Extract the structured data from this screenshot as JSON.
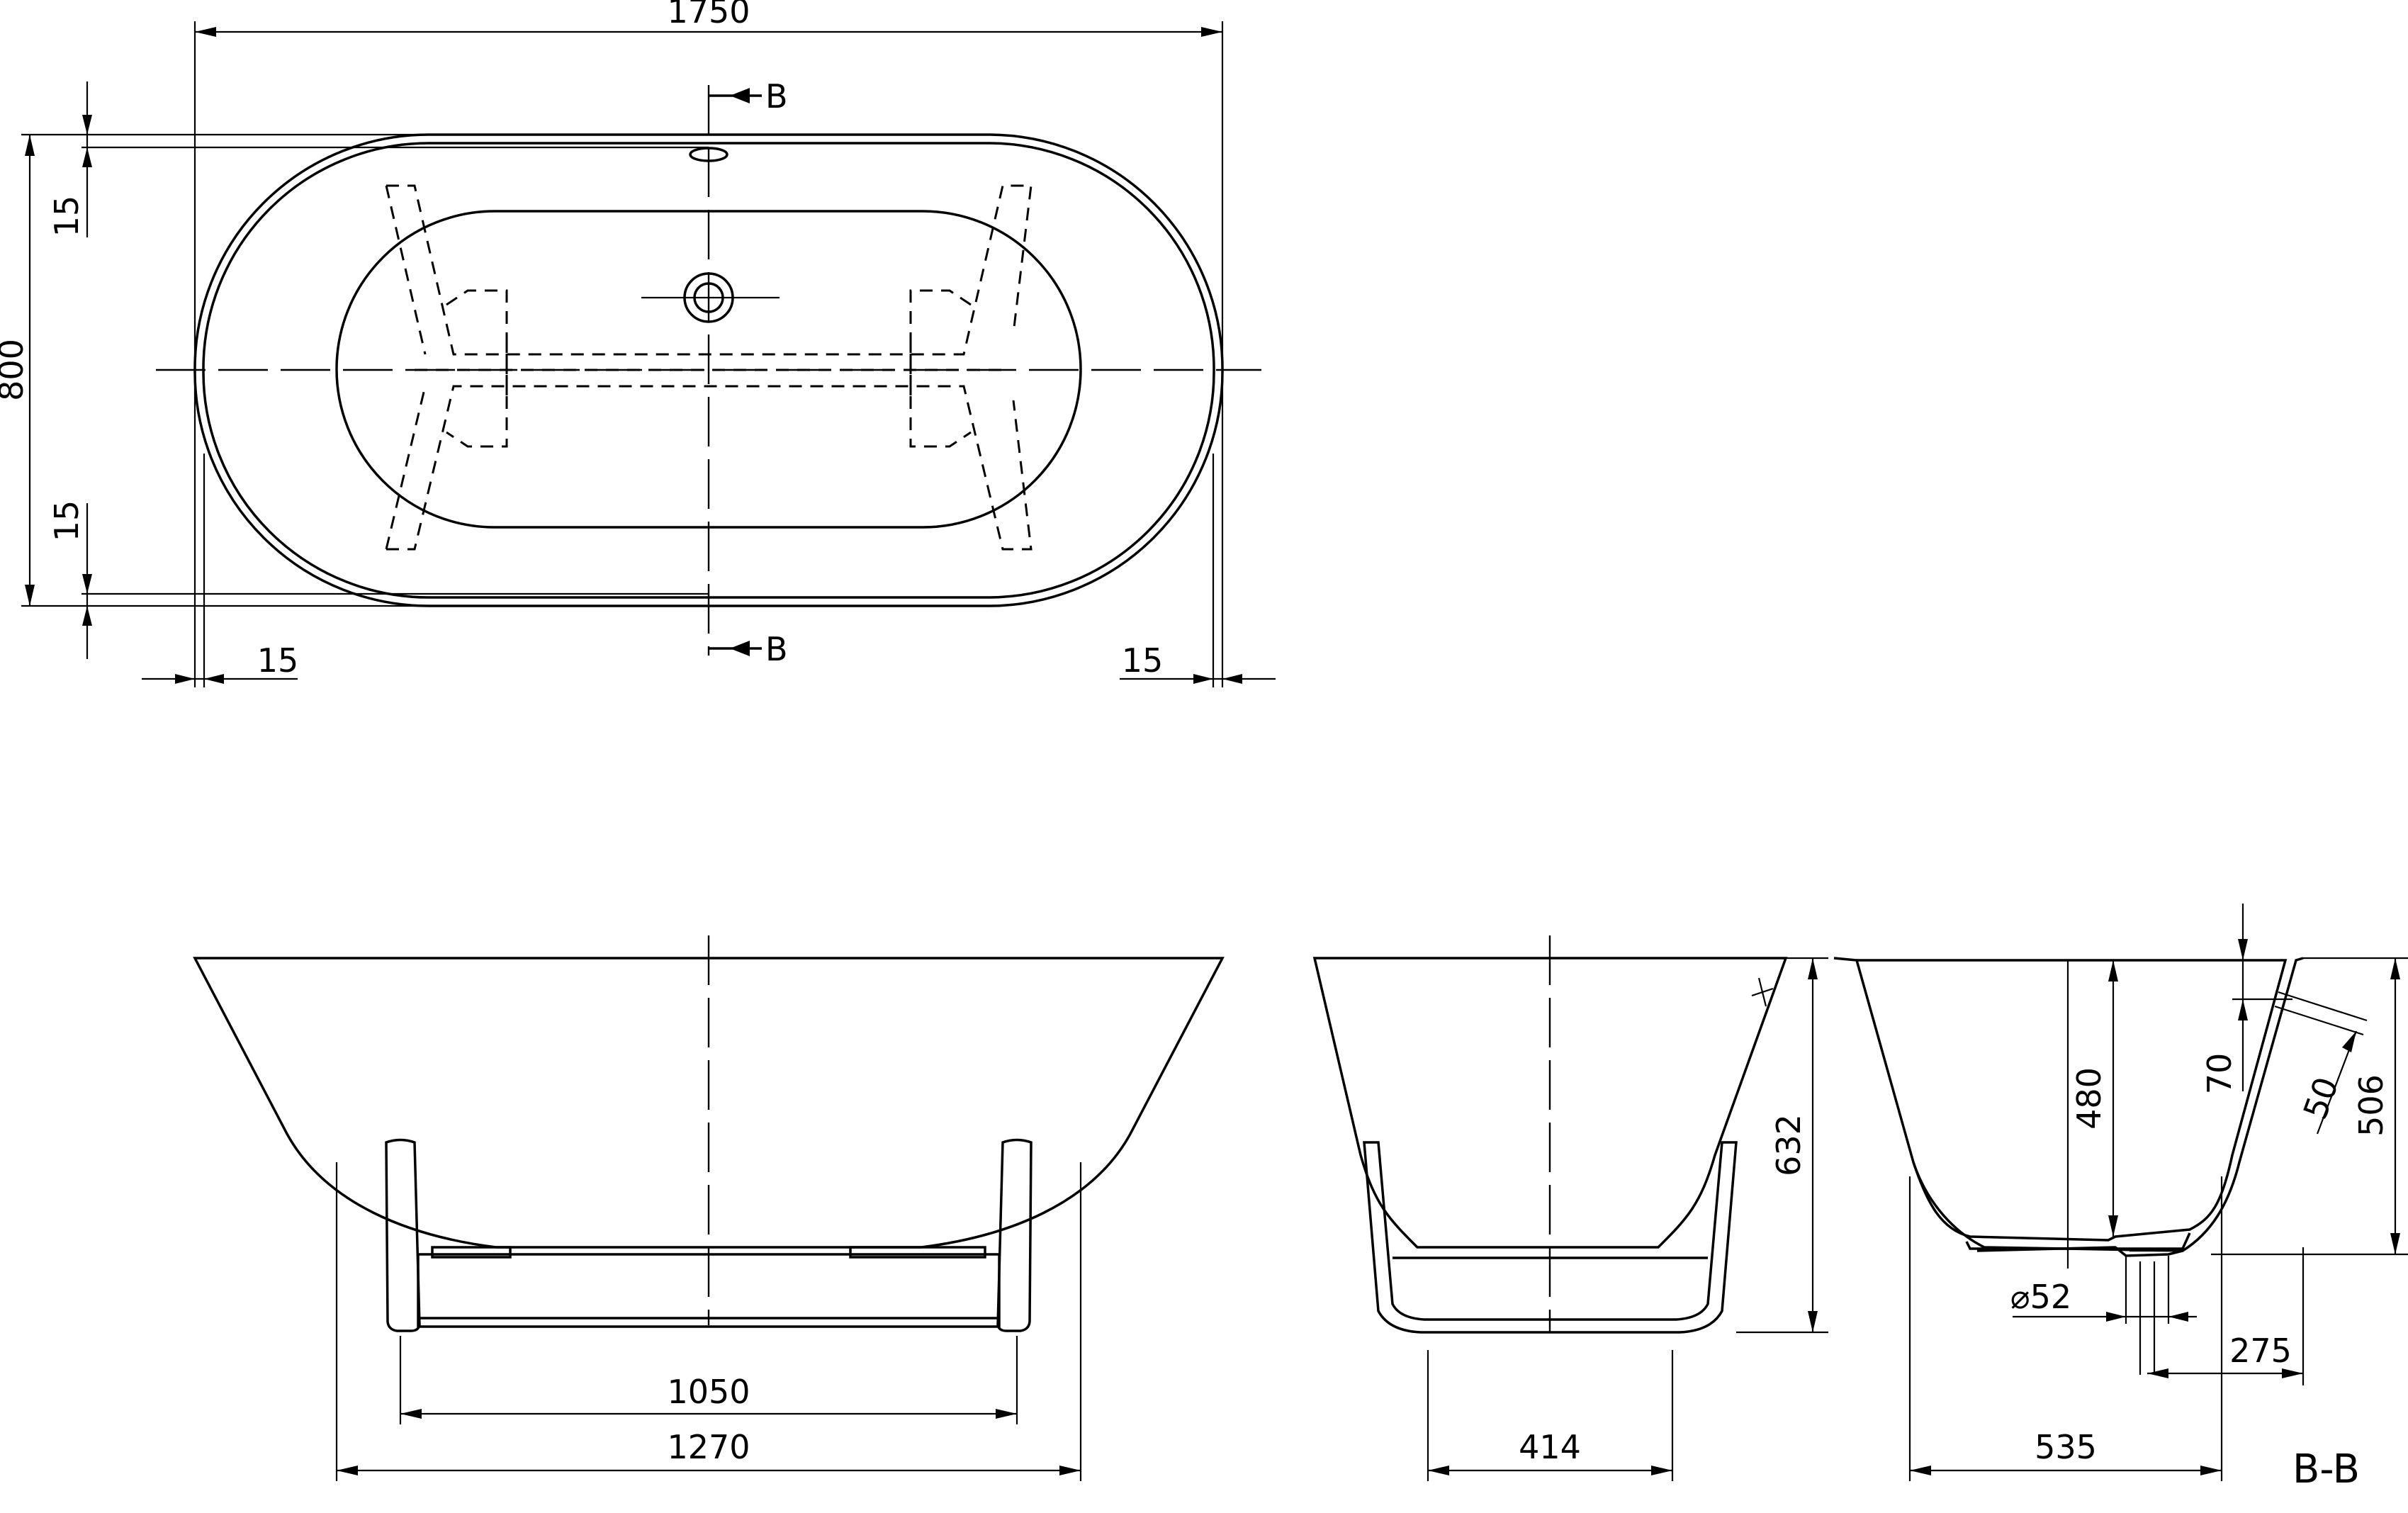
{
  "top_view": {
    "width_label": "1750",
    "depth_label": "800",
    "margin_top_label": "15",
    "margin_bottom_label": "15",
    "margin_left_label": "15",
    "margin_right_label": "15",
    "section_marker_top": "B",
    "section_marker_bottom": "B"
  },
  "side_view": {
    "inner_width_label": "1050",
    "outer_width_label": "1270"
  },
  "end_view": {
    "width_label": "414",
    "height_label": "632"
  },
  "section_view": {
    "title": "B-B",
    "width_label": "535",
    "drain_offset_label": "275",
    "drain_diameter_label": "⌀52",
    "inner_depth_label": "480",
    "overflow_height_label": "70",
    "rim_label": "50",
    "total_height_label": "506"
  }
}
